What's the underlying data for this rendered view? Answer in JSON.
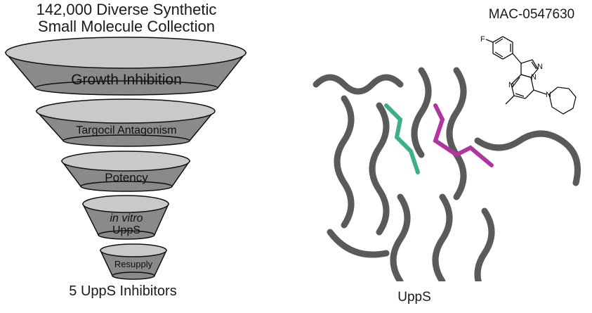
{
  "screen": {
    "title_lines": [
      "142,000 Diverse Synthetic",
      "Small Molecule Collection"
    ],
    "funnel_stages": [
      {
        "label": "Growth Inhibition"
      },
      {
        "label": "Targocil Antagonism"
      },
      {
        "label": "Potency"
      },
      {
        "label_italic": "in vitro",
        "label": "UppS"
      },
      {
        "label": "Resupply"
      }
    ],
    "result_label": "5 UppS Inhibitors",
    "compound": {
      "id": "MAC-0547630",
      "atom_labels": {
        "fluorine": "F",
        "nitrogen": "N"
      }
    },
    "protein_label": "UppS",
    "colors": {
      "funnel_fill": "#8a8a8a",
      "funnel_top": "#c9c9c9",
      "protein": "#5a5a5a",
      "ligand_teal": "#3fae8c",
      "ligand_magenta": "#b0359e"
    }
  }
}
